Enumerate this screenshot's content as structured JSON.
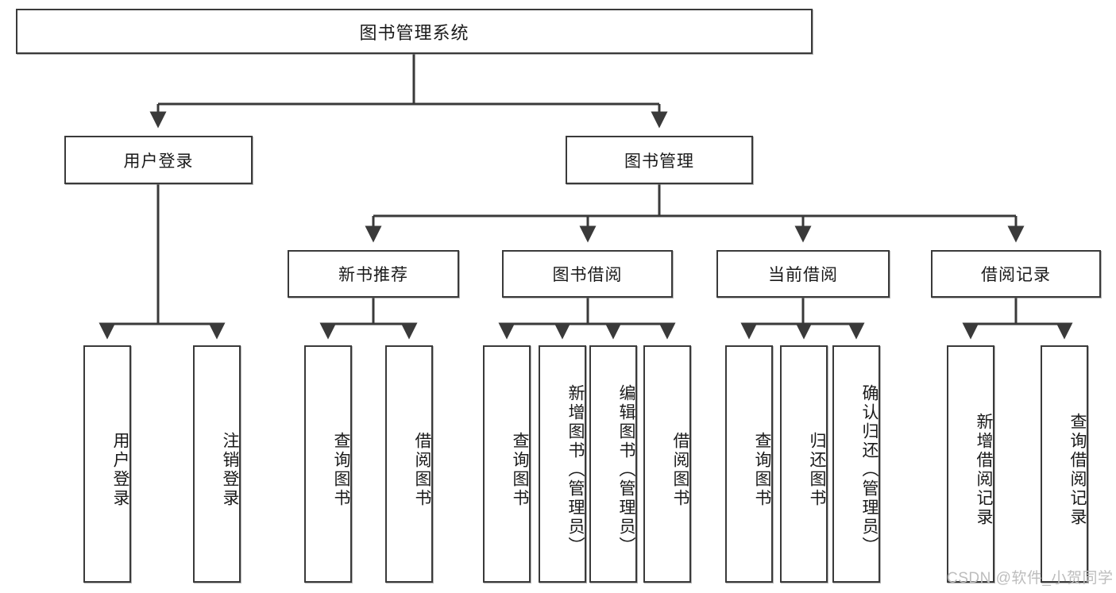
{
  "diagram": {
    "type": "tree-hierarchy-chart",
    "title": "图书管理系统",
    "line_color": "#3a3a3a",
    "box_fill": "#ffffff",
    "text_color": "#1a1a1a",
    "root": {
      "label": "图书管理系统"
    },
    "level1": [
      {
        "label": "用户登录"
      },
      {
        "label": "图书管理"
      }
    ],
    "level2": [
      {
        "label": "新书推荐"
      },
      {
        "label": "图书借阅"
      },
      {
        "label": "当前借阅"
      },
      {
        "label": "借阅记录"
      }
    ],
    "leaves": {
      "user_login": [
        {
          "label": "用户登录"
        },
        {
          "label": "注销登录"
        }
      ],
      "new_book_recommend": [
        {
          "label": "查询图书"
        },
        {
          "label": "借阅图书"
        }
      ],
      "book_borrow": [
        {
          "label": "查询图书"
        },
        {
          "label": "新增图书（管理员）"
        },
        {
          "label": "编辑图书（管理员）"
        },
        {
          "label": "借阅图书"
        }
      ],
      "current_borrow": [
        {
          "label": "查询图书"
        },
        {
          "label": "归还图书"
        },
        {
          "label": "确认归还（管理员）"
        }
      ],
      "borrow_record": [
        {
          "label": "新增借阅记录"
        },
        {
          "label": "查询借阅记录"
        }
      ]
    }
  },
  "watermark": {
    "text": "CSDN @软件_小贺同学"
  }
}
